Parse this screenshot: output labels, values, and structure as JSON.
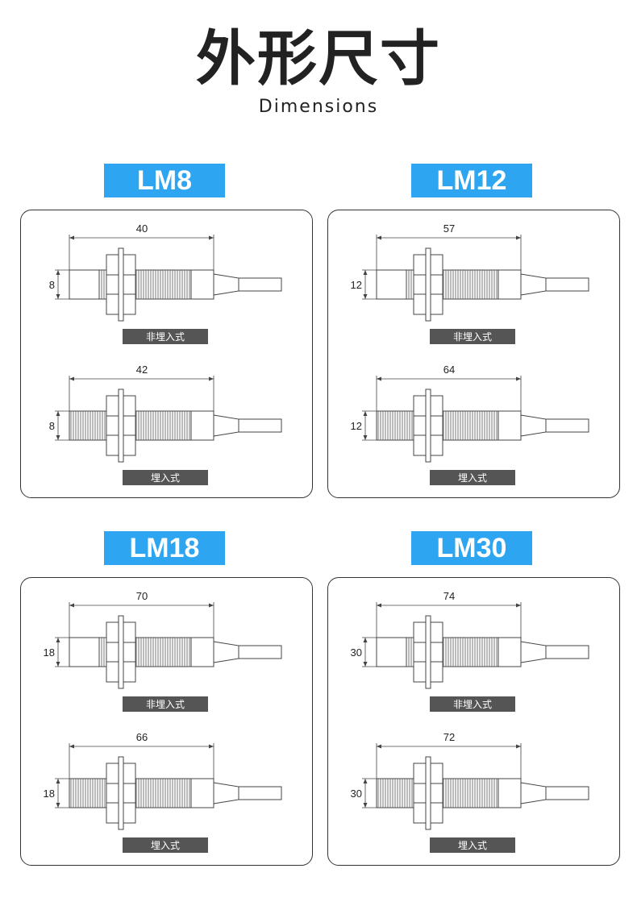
{
  "header": {
    "title": "外形尺寸",
    "subtitle": "Dimensions"
  },
  "sections": [
    {
      "name": "LM8",
      "items": [
        {
          "type": "非埋入式",
          "length": "40",
          "diameter": "8"
        },
        {
          "type": "埋入式",
          "length": "42",
          "diameter": "8"
        }
      ]
    },
    {
      "name": "LM12",
      "items": [
        {
          "type": "非埋入式",
          "length": "57",
          "diameter": "12"
        },
        {
          "type": "埋入式",
          "length": "64",
          "diameter": "12"
        }
      ]
    },
    {
      "name": "LM18",
      "items": [
        {
          "type": "非埋入式",
          "length": "70",
          "diameter": "18"
        },
        {
          "type": "埋入式",
          "length": "66",
          "diameter": "18"
        }
      ]
    },
    {
      "name": "LM30",
      "items": [
        {
          "type": "非埋入式",
          "length": "74",
          "diameter": "30"
        },
        {
          "type": "埋入式",
          "length": "72",
          "diameter": "30"
        }
      ]
    }
  ]
}
